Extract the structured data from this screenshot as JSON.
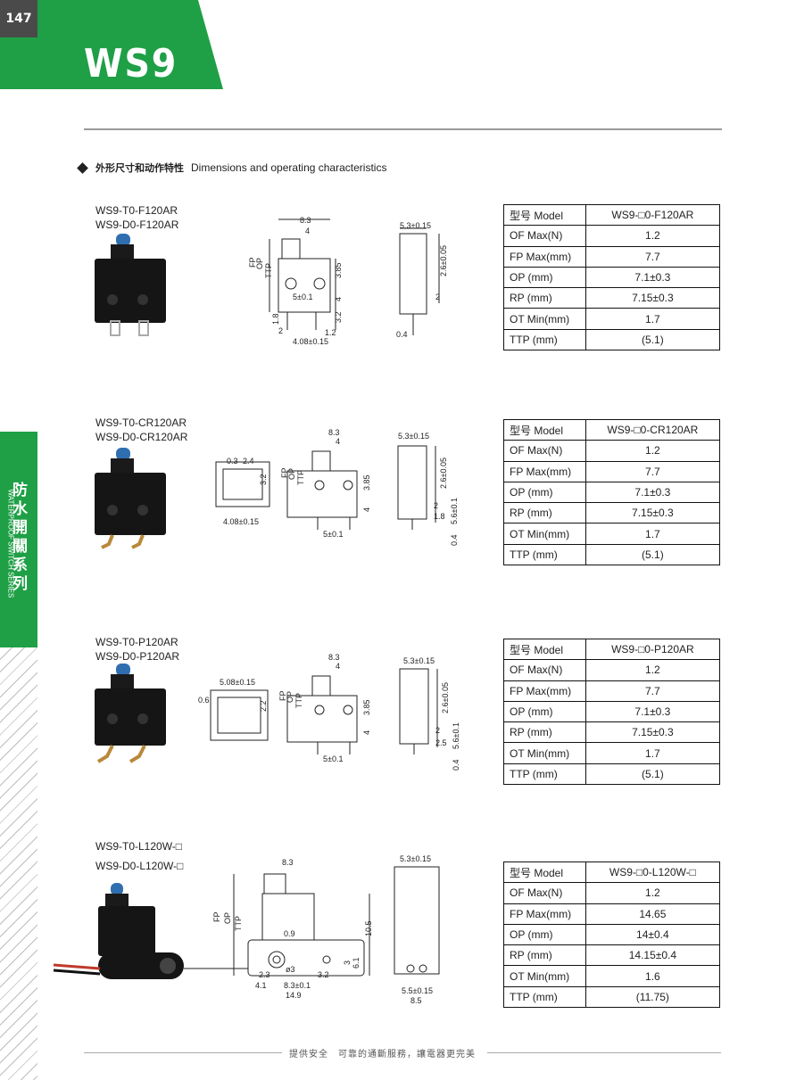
{
  "page": {
    "number": "147",
    "series": "WS9"
  },
  "section": {
    "heading_cn": "外形尺寸和动作特性",
    "heading_en": "Dimensions and operating characteristics"
  },
  "side_tab": {
    "cn": "防水開關系列",
    "en": "WATERPROOF SWITCH SERIES"
  },
  "footer": "提供安全　可靠的通斷服務，讓電器更完美",
  "labels": {
    "FP": "FP",
    "OP": "OP",
    "TTP": "TTP"
  },
  "products": [
    {
      "models": [
        "WS9-T0-F120AR",
        "WS9-D0-F120AR"
      ],
      "dims": {
        "width": "8.3",
        "half": "4",
        "depth": "5.3±0.15",
        "h1": "3.85",
        "h2": "4",
        "h3": "3.2",
        "pitch": "5±0.1",
        "d1": "1.2",
        "d2": "1.8",
        "d3": "2",
        "d4": "4.08±0.15",
        "side1": "2.6±0.05",
        "side2": "2",
        "side3": "0.4"
      },
      "table": [
        [
          "型号 Model",
          "WS9-□0-F120AR"
        ],
        [
          "OF Max(N)",
          "1.2"
        ],
        [
          "FP Max(mm)",
          "7.7"
        ],
        [
          "OP (mm)",
          "7.1±0.3"
        ],
        [
          "RP (mm)",
          "7.15±0.3"
        ],
        [
          "OT Min(mm)",
          "1.7"
        ],
        [
          "TTP (mm)",
          "(5.1)"
        ]
      ]
    },
    {
      "models": [
        "WS9-T0-CR120AR",
        "WS9-D0-CR120AR"
      ],
      "dims": {
        "width": "8.3",
        "half": "4",
        "depth": "5.3±0.15",
        "h1": "3.85",
        "h2": "4",
        "pitch": "5±0.1",
        "a1": "0.3",
        "a2": "2.4",
        "a3": "3.2",
        "a4": "4.08±0.15",
        "side1": "2.6±0.05",
        "side2": "2",
        "side3": "1.8",
        "side4": "5.6±0.1",
        "side5": "0.4"
      },
      "table": [
        [
          "型号 Model",
          "WS9-□0-CR120AR"
        ],
        [
          "OF Max(N)",
          "1.2"
        ],
        [
          "FP Max(mm)",
          "7.7"
        ],
        [
          "OP (mm)",
          "7.1±0.3"
        ],
        [
          "RP (mm)",
          "7.15±0.3"
        ],
        [
          "OT Min(mm)",
          "1.7"
        ],
        [
          "TTP (mm)",
          "(5.1)"
        ]
      ]
    },
    {
      "models": [
        "WS9-T0-P120AR",
        "WS9-D0-P120AR"
      ],
      "dims": {
        "width": "8.3",
        "half": "4",
        "depth": "5.3±0.15",
        "h1": "3.85",
        "h2": "4",
        "pitch": "5±0.1",
        "a1": "5.08±0.15",
        "a2": "0.6",
        "a3": "2.2",
        "side1": "2.6±0.05",
        "side2": "2",
        "side3": "2.5",
        "side4": "5.6±0.1",
        "side5": "0.4"
      },
      "table": [
        [
          "型号 Model",
          "WS9-□0-P120AR"
        ],
        [
          "OF Max(N)",
          "1.2"
        ],
        [
          "FP Max(mm)",
          "7.7"
        ],
        [
          "OP (mm)",
          "7.1±0.3"
        ],
        [
          "RP (mm)",
          "7.15±0.3"
        ],
        [
          "OT Min(mm)",
          "1.7"
        ],
        [
          "TTP (mm)",
          "(5.1)"
        ]
      ]
    },
    {
      "models": [
        "WS9-T0-L120W-□",
        "WS9-D0-L120W-□"
      ],
      "dims": {
        "width": "8.3",
        "depth": "5.3±0.15",
        "h": "10.5",
        "b1": "0.9",
        "b2": "2.3",
        "b3": "ø3",
        "b4": "3.2",
        "b5": "3",
        "b6": "6.1",
        "b7": "4.1",
        "b8": "8.3±0.1",
        "b9": "14.9",
        "s1": "5.5±0.15",
        "s2": "8.5"
      },
      "table": [
        [
          "型号 Model",
          "WS9-□0-L120W-□"
        ],
        [
          "OF Max(N)",
          "1.2"
        ],
        [
          "FP Max(mm)",
          "14.65"
        ],
        [
          "OP (mm)",
          "14±0.4"
        ],
        [
          "RP (mm)",
          "14.15±0.4"
        ],
        [
          "OT Min(mm)",
          "1.6"
        ],
        [
          "TTP (mm)",
          "(11.75)"
        ]
      ]
    }
  ],
  "colors": {
    "green": "#1fa046",
    "dark": "#4a4a4a",
    "plunger": "#2f6fb0"
  }
}
